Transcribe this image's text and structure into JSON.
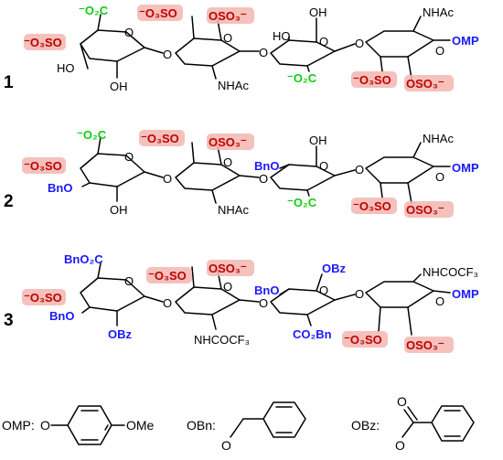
{
  "compounds": [
    {
      "number": "1"
    },
    {
      "number": "2"
    },
    {
      "number": "3"
    }
  ],
  "substituent_labels": {
    "o3so_left": "⁻O₃SO",
    "o3so": "⁻O₃SO",
    "oso3": "OSO₃⁻",
    "o3so_bottom": "⁻O₃SO",
    "oso3_bottom": "OSO₃⁻",
    "o2c_top": "⁻O₂C",
    "o2c_bottom": "⁻O₂C",
    "ho": "HO",
    "oh": "OH",
    "nhac": "NHAc",
    "omp": "OMP",
    "bno": "BnO",
    "bno2c": "BnO₂C",
    "obz": "OBz",
    "co2bn": "CO₂Bn",
    "nhcocf3": "NHCOCF₃",
    "o": "O"
  },
  "key": {
    "omp_label": "OMP:",
    "omp_o": "O",
    "omp_ome": "OMe",
    "obn_label": "OBn:",
    "obn_o": "O",
    "obz_label": "OBz:",
    "obz_o_top": "O",
    "obz_o_bottom": "O"
  },
  "colors": {
    "protecting_group": "#1a1aff",
    "carboxylate": "#11cc11",
    "sulfate": "#c00000",
    "sulfate_highlight": "#f2b6b0"
  }
}
